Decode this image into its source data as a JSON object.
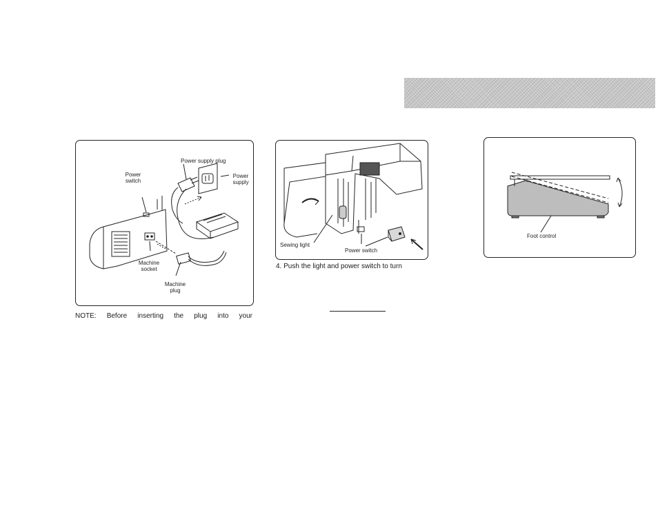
{
  "panel1": {
    "power_supply_plug": "Power supply plug",
    "power_switch_1": "Power",
    "power_switch_2": "switch",
    "power_supply_1": "Power",
    "power_supply_2": "supply",
    "machine_socket_1": "Machine",
    "machine_socket_2": "socket",
    "machine_plug_1": "Machine",
    "machine_plug_2": "plug"
  },
  "panel2": {
    "sewing_light": "Sewing light",
    "power_switch": "Power switch"
  },
  "panel3": {
    "foot_control": "Foot control"
  },
  "captions": {
    "note_words": [
      "NOTE:",
      "Before",
      "inserting",
      "the",
      "plug",
      "into",
      "your"
    ],
    "step4": "4.  Push the light and power switch to turn"
  }
}
